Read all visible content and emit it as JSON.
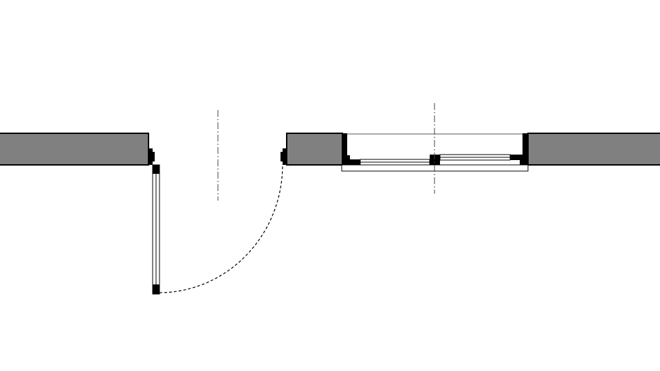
{
  "diagram": {
    "type": "architectural floor plan",
    "elements": [
      "wall",
      "swing-door",
      "sliding-window"
    ],
    "colors": {
      "wall_fill": "#808080",
      "line": "#000000",
      "background": "#ffffff"
    }
  }
}
